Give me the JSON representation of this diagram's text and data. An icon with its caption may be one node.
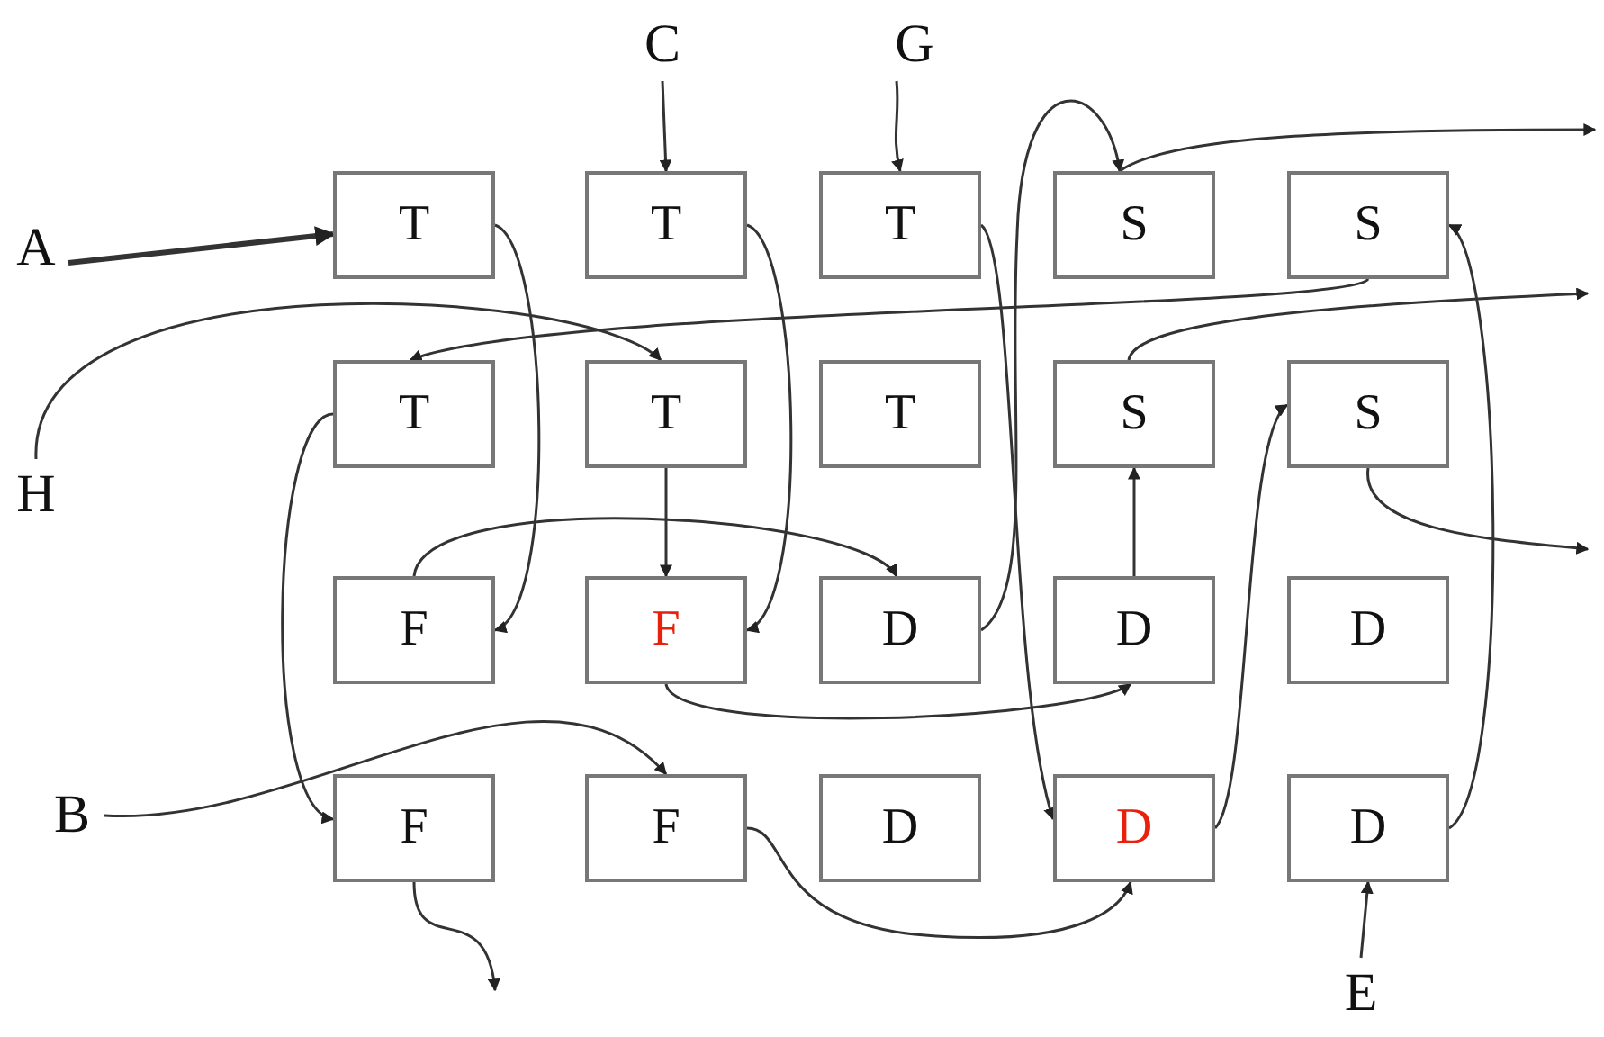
{
  "diagram": {
    "nodes": [
      {
        "text": [
          "T"
        ]
      },
      {
        "text": [
          "T"
        ]
      },
      {
        "text": [
          "T"
        ]
      },
      {
        "text": [
          "S"
        ]
      },
      {
        "text": [
          "S"
        ]
      },
      {
        "text": [
          "T"
        ]
      },
      {
        "text": [
          "T"
        ]
      },
      {
        "text": [
          "T"
        ]
      },
      {
        "text": [
          "S"
        ]
      },
      {
        "text": [
          "S"
        ]
      },
      {
        "text": [
          "F"
        ]
      },
      {
        "text": [
          "F"
        ]
      },
      {
        "text": [
          "D"
        ]
      },
      {
        "text": [
          "D"
        ]
      },
      {
        "text": [
          "D"
        ]
      },
      {
        "text": [
          "F"
        ]
      },
      {
        "text": [
          "F"
        ]
      },
      {
        "text": [
          "D"
        ]
      },
      {
        "text": [
          "D"
        ]
      },
      {
        "text": [
          "D"
        ]
      },
      {
        "text": [
          "C"
        ]
      },
      {
        "text": [
          "G"
        ]
      },
      {
        "text": [
          "A"
        ]
      },
      {
        "text": [
          "H"
        ]
      },
      {
        "text": [
          "B"
        ]
      },
      {
        "text": [
          "E"
        ]
      }
    ],
    "edges": [
      {
        "from": 22,
        "to": 0,
        "arrow": "to",
        "style": "thick"
      },
      {
        "from": 20,
        "to": 1,
        "arrow": "to"
      },
      {
        "from": 21,
        "to": 2,
        "arrow": "to"
      },
      {
        "from": 0,
        "to": 10,
        "arrow": "to"
      },
      {
        "from": 1,
        "to": 11,
        "arrow": "to"
      },
      {
        "from": 2,
        "to": 18,
        "arrow": "to"
      },
      {
        "from": 12,
        "to": 3,
        "arrow": "to"
      },
      {
        "from": 3,
        "to": null,
        "arrow": "to"
      },
      {
        "from": 4,
        "to": 5,
        "arrow": "to"
      },
      {
        "from": 23,
        "to": 6,
        "arrow": "to"
      },
      {
        "from": 8,
        "to": null,
        "arrow": "to"
      },
      {
        "from": 5,
        "to": 15,
        "arrow": "to"
      },
      {
        "from": 6,
        "to": 11,
        "arrow": "to"
      },
      {
        "from": 10,
        "to": 12,
        "arrow": "to"
      },
      {
        "from": 11,
        "to": 13,
        "arrow": "to"
      },
      {
        "from": 13,
        "to": 8,
        "arrow": "to"
      },
      {
        "from": 18,
        "to": 9,
        "arrow": "to"
      },
      {
        "from": 9,
        "to": null,
        "arrow": "to"
      },
      {
        "from": 19,
        "to": 4,
        "arrow": "to"
      },
      {
        "from": 25,
        "to": 19,
        "arrow": "to"
      },
      {
        "from": 24,
        "to": 16,
        "arrow": "to"
      },
      {
        "from": 15,
        "to": null,
        "arrow": "to"
      },
      {
        "from": 16,
        "to": 18,
        "arrow": "to"
      }
    ]
  }
}
